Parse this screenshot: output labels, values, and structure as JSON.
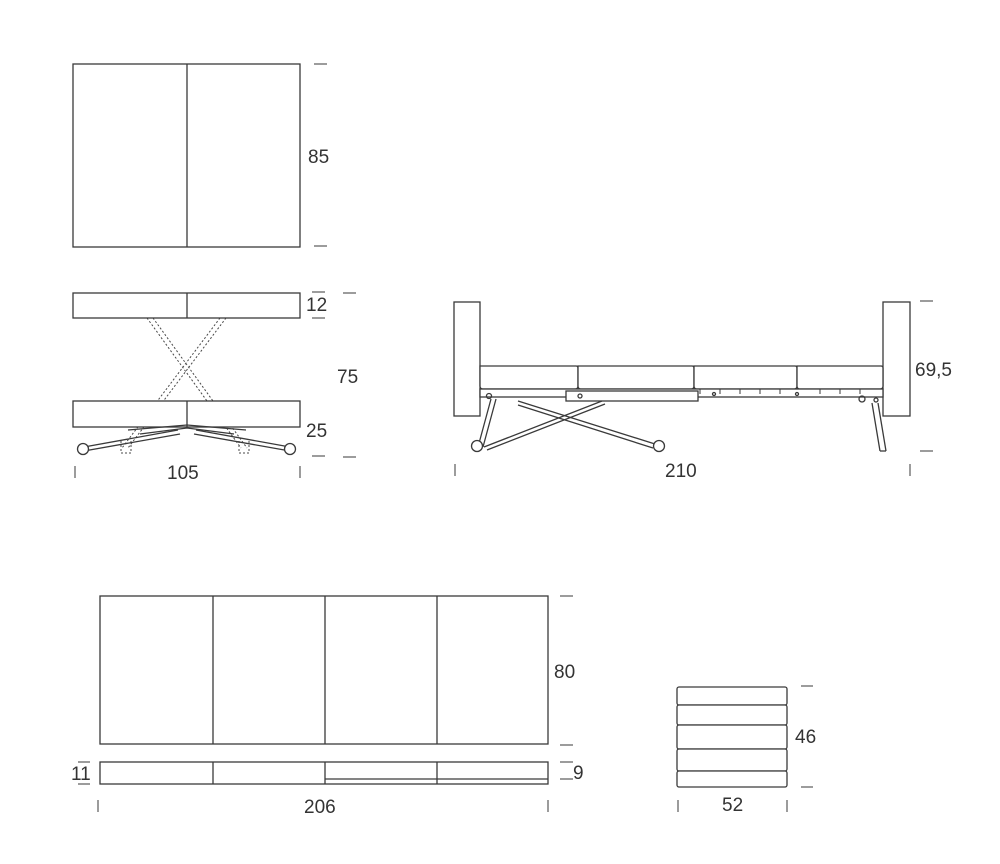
{
  "diagram": {
    "line_color": "#3a3a3a",
    "background": "#ffffff",
    "views": {
      "top_folded": {
        "depth_label": "85"
      },
      "side_folded": {
        "top_label": "12",
        "height_label": "75",
        "base_label": "25",
        "width_label": "105"
      },
      "side_open": {
        "height_label": "69,5",
        "width_label": "210"
      },
      "top_open": {
        "depth_label": "80",
        "thickness_left_label": "11",
        "thickness_right_label": "9",
        "width_label": "206"
      },
      "stack": {
        "height_label": "46",
        "width_label": "52"
      }
    }
  }
}
